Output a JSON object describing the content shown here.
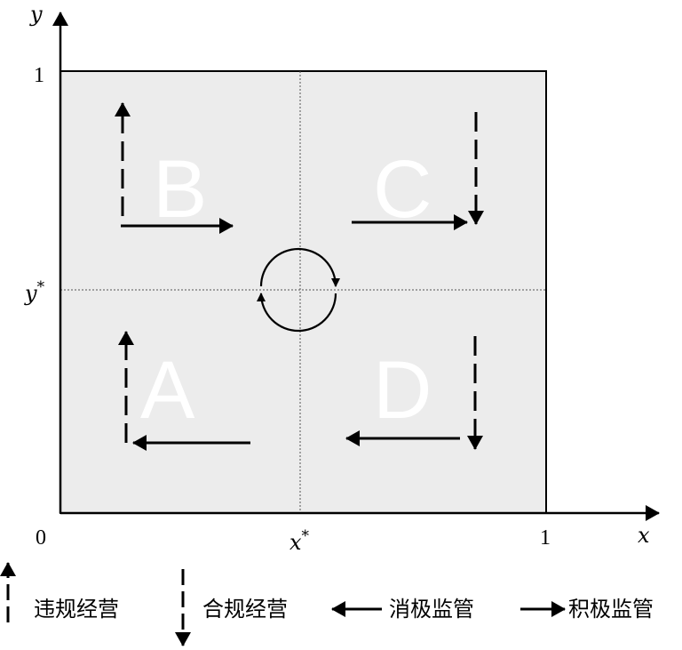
{
  "axes": {
    "x_label": "x",
    "y_label": "y",
    "origin_label": "0",
    "x_max_label": "1",
    "y_max_label": "1",
    "x_equilibrium_label": "x*",
    "y_equilibrium_label": "y*"
  },
  "regions": {
    "A": "A",
    "B": "B",
    "C": "C",
    "D": "D"
  },
  "legend": {
    "violation": "违规经营",
    "compliance": "合规经营",
    "passive": "消极监管",
    "active": "积极监管"
  },
  "colors": {
    "plot_fill": "#ececec",
    "ink": "#000000",
    "letter": "#ffffff"
  }
}
